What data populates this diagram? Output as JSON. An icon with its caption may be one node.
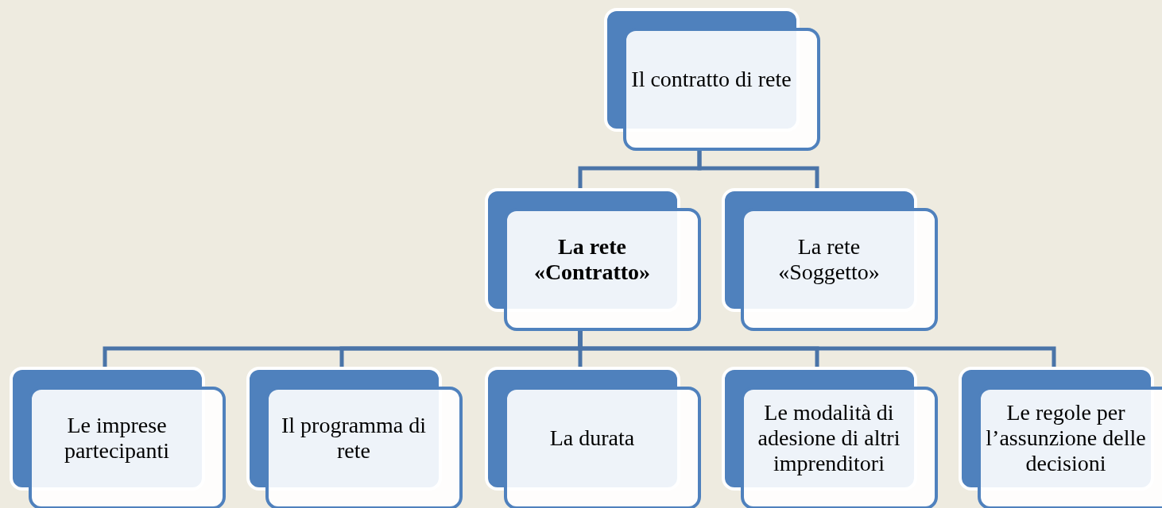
{
  "diagram": {
    "nodes": [
      {
        "text": [
          "Il contratto di rete"
        ]
      },
      {
        "text": [
          "La rete «Contratto»"
        ]
      },
      {
        "text": [
          "La rete «Soggetto»"
        ]
      },
      {
        "text": [
          "Le imprese partecipanti"
        ]
      },
      {
        "text": [
          "Il programma di rete"
        ]
      },
      {
        "text": [
          "La durata"
        ]
      },
      {
        "text": [
          "Le modalità di adesione di altri imprenditori"
        ]
      },
      {
        "text": [
          "Le regole per l’assunzione delle decisioni"
        ]
      }
    ],
    "edges": [
      {
        "from": 0,
        "to": 1,
        "arrow": "none"
      },
      {
        "from": 0,
        "to": 2,
        "arrow": "none"
      },
      {
        "from": 1,
        "to": 3,
        "arrow": "none"
      },
      {
        "from": 1,
        "to": 4,
        "arrow": "none"
      },
      {
        "from": 1,
        "to": 5,
        "arrow": "none"
      },
      {
        "from": 1,
        "to": 6,
        "arrow": "none"
      },
      {
        "from": 1,
        "to": 7,
        "arrow": "none"
      }
    ]
  }
}
